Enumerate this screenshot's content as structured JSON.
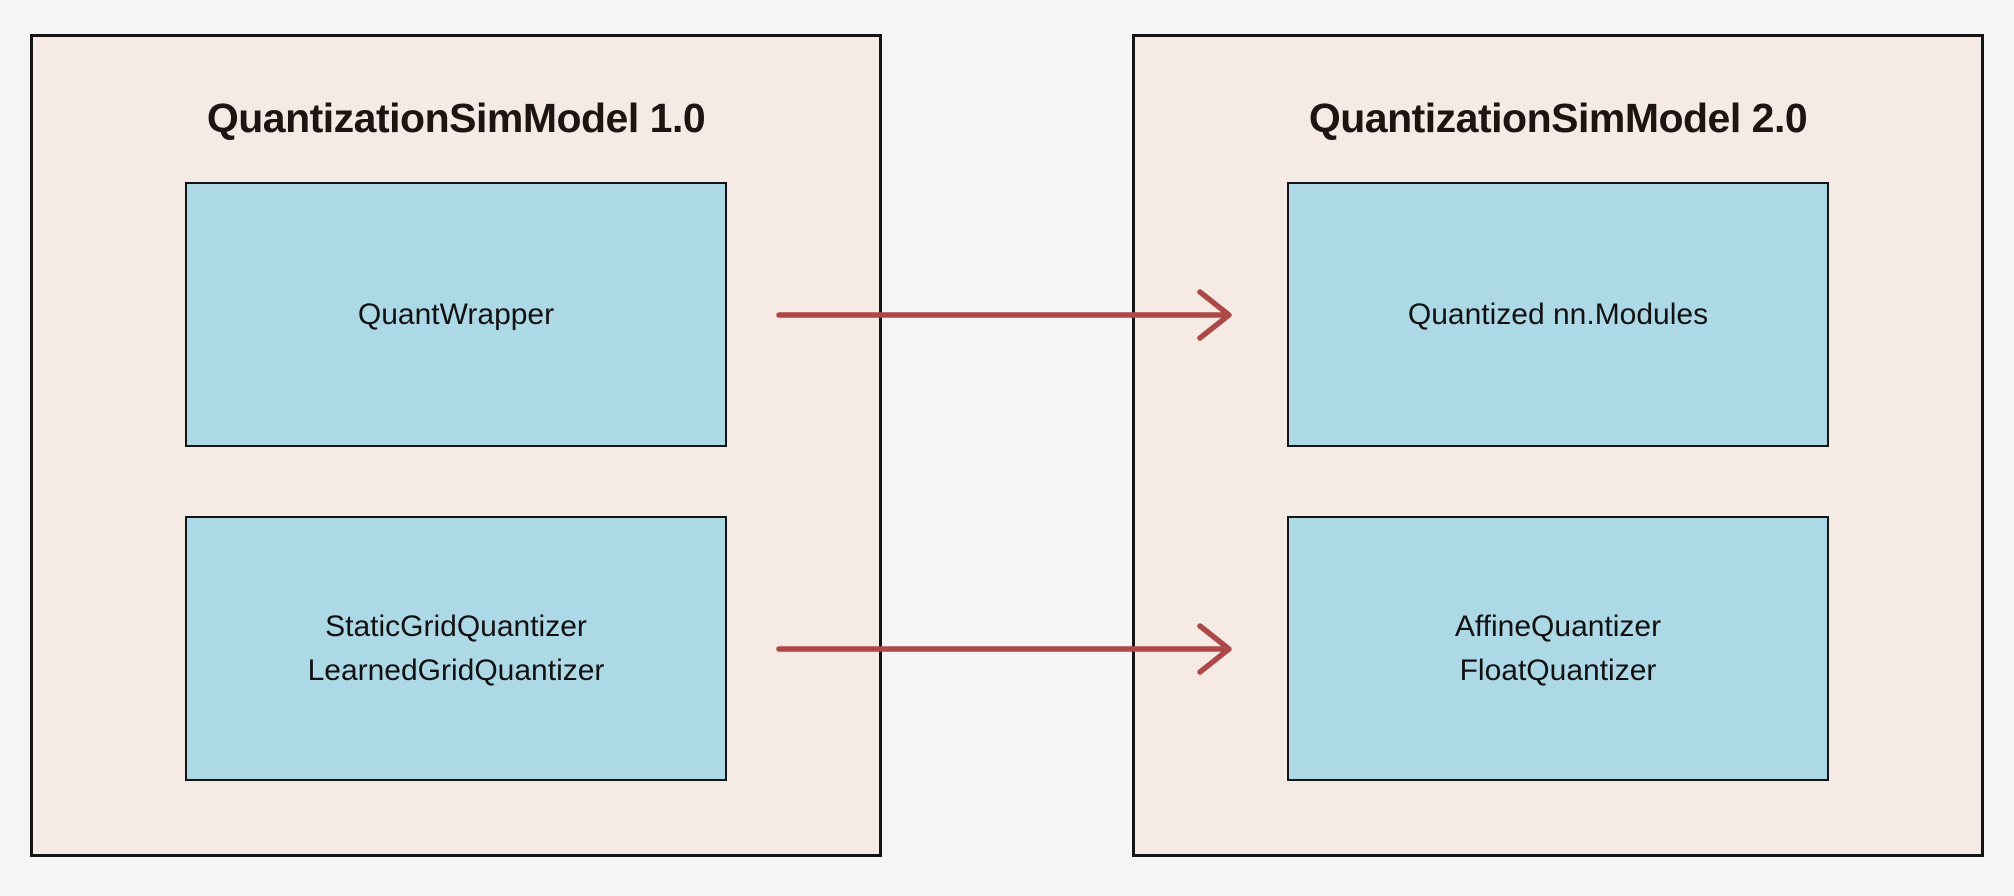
{
  "diagram": {
    "background_color": "#f5f5f5",
    "panel_fill_color": "#f5ebe4",
    "box_fill_color": "#add8e6",
    "border_color": "#141414",
    "arrow_color": "#ad4848",
    "panels": [
      {
        "title": "QuantizationSimModel 1.0",
        "boxes": [
          {
            "lines": [
              "QuantWrapper"
            ]
          },
          {
            "lines": [
              "StaticGridQuantizer",
              "LearnedGridQuantizer"
            ]
          }
        ]
      },
      {
        "title": "QuantizationSimModel 2.0",
        "boxes": [
          {
            "lines": [
              "Quantized nn.Modules"
            ]
          },
          {
            "lines": [
              "AffineQuantizer",
              "FloatQuantizer"
            ]
          }
        ]
      }
    ],
    "arrows": [
      {
        "name": "top-migration-arrow",
        "from": "QuantWrapper",
        "to": "Quantized nn.Modules"
      },
      {
        "name": "bottom-migration-arrow",
        "from": "StaticGridQuantizer / LearnedGridQuantizer",
        "to": "AffineQuantizer / FloatQuantizer"
      }
    ]
  }
}
